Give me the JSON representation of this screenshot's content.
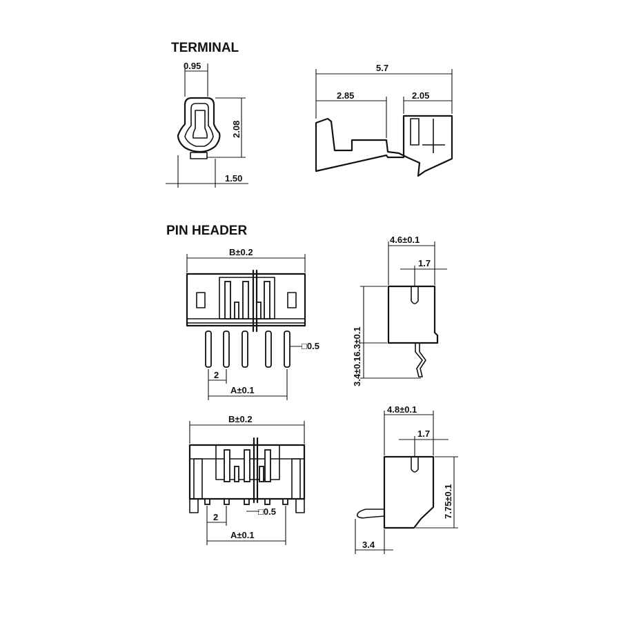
{
  "sections": {
    "terminal": "TERMINAL",
    "pin_header": "PIN HEADER"
  },
  "terminal_front": {
    "width_top": "0.95",
    "height": "2.08",
    "width_base": "1.50"
  },
  "terminal_side": {
    "total_length": "5.7",
    "left_length": "2.85",
    "right_length": "2.05"
  },
  "header_top_front": {
    "body_width": "B±0.2",
    "pin_square": "□0.5",
    "pitch": "2",
    "pin_span": "A±0.1"
  },
  "header_top_side": {
    "depth": "4.6±0.1",
    "slot_offset": "1.7",
    "vertical_combined": "3.4±0.16.3±0.1"
  },
  "header_bottom_front": {
    "body_width": "B±0.2",
    "pin_square": "□0.5",
    "pitch": "2",
    "pin_span": "A±0.1"
  },
  "header_bottom_side": {
    "depth": "4.8±0.1",
    "slot_offset": "1.7",
    "height": "7.75±0.1",
    "pin_offset": "3.4"
  }
}
